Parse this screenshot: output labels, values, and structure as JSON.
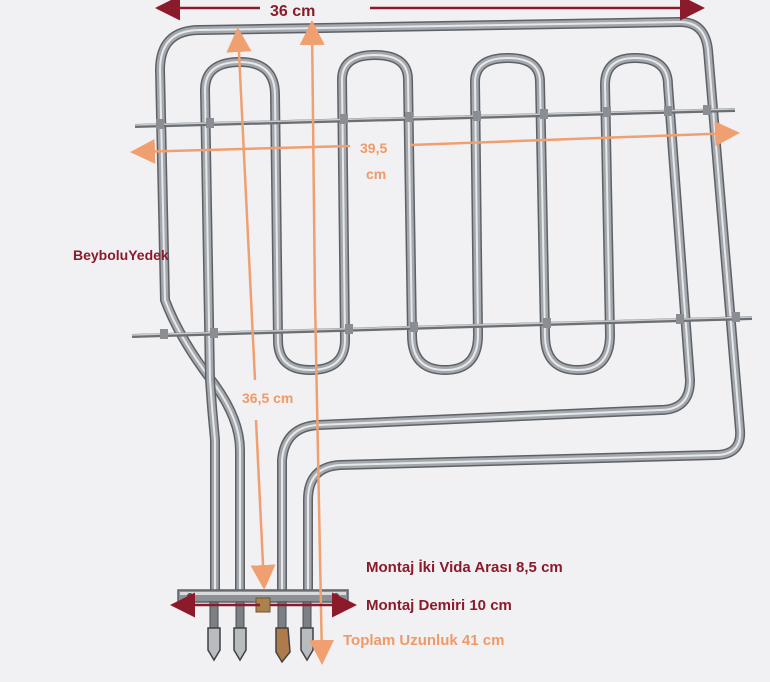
{
  "photo": {
    "subject": "oven-grill-heating-element",
    "colors": {
      "background": "#f1f1f3",
      "tube_metal": "#9a9ea3",
      "tube_highlight": "#e6e8ea",
      "tube_shadow": "#5d6166",
      "arrow_red": "#8b1a2b",
      "arrow_orange": "#f0a070",
      "text_red": "#8b1a2b",
      "text_orange": "#ef9a66"
    }
  },
  "annotations": {
    "top_width": "36 cm",
    "bar_width_value": "39,5",
    "bar_width_unit": "cm",
    "brand": "BeyboluYedek",
    "inner_height": "36,5 cm",
    "screw_spacing": "Montaj İki Vida Arası 8,5 cm",
    "bracket": "Montaj Demiri 10 cm",
    "total_length": "Toplam Uzunluk 41 cm"
  }
}
